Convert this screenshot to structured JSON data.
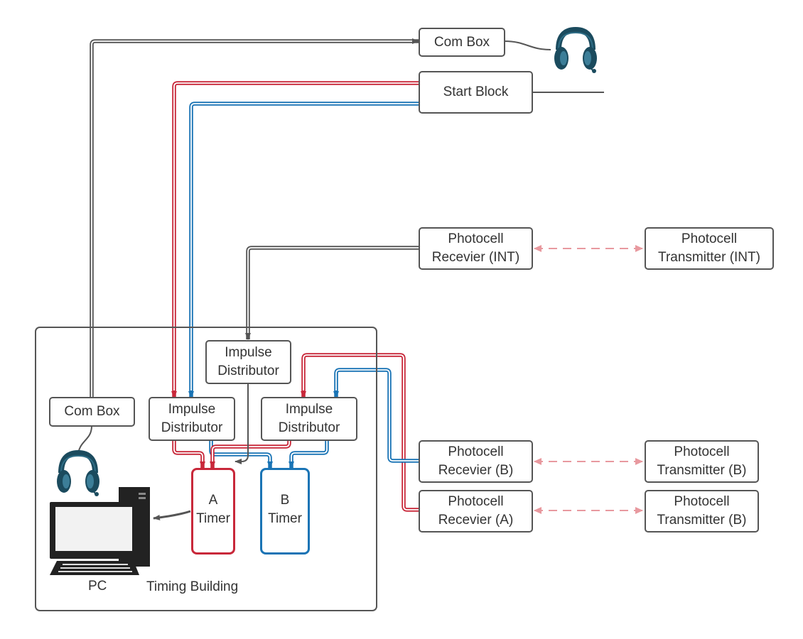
{
  "colors": {
    "gray": "#555555",
    "red": "#c8283a",
    "blue": "#1a74b5",
    "pink_dash": "#e8999f",
    "headset": "#1b4b5e",
    "pc": "#222222"
  },
  "icons": {
    "headset_top": "headset-icon",
    "headset_bottom": "headset-icon",
    "pc": "desktop-computer-icon"
  },
  "building_label": "Timing Building",
  "pc_label": "PC",
  "nodes": {
    "com_box_top": {
      "lines": [
        "Com Box"
      ]
    },
    "start_block": {
      "lines": [
        "Start Block"
      ]
    },
    "photocell_recv_int": {
      "lines": [
        "Photocell",
        "Recevier (INT)"
      ]
    },
    "photocell_trans_int": {
      "lines": [
        "Photocell",
        "Transmitter (INT)"
      ]
    },
    "com_box_inner": {
      "lines": [
        "Com Box"
      ]
    },
    "impulse_dist_top": {
      "lines": [
        "Impulse",
        "Distributor"
      ]
    },
    "impulse_dist_left": {
      "lines": [
        "Impulse",
        "Distributor"
      ]
    },
    "impulse_dist_right": {
      "lines": [
        "Impulse",
        "Distributor"
      ]
    },
    "timer_a": {
      "lines": [
        "A",
        "Timer"
      ]
    },
    "timer_b": {
      "lines": [
        "B",
        "Timer"
      ]
    },
    "photocell_recv_b": {
      "lines": [
        "Photocell",
        "Recevier (B)"
      ]
    },
    "photocell_trans_b": {
      "lines": [
        "Photocell",
        "Transmitter (B)"
      ]
    },
    "photocell_recv_a": {
      "lines": [
        "Photocell",
        "Recevier (A)"
      ]
    },
    "photocell_trans_b2": {
      "lines": [
        "Photocell",
        "Transmitter (B)"
      ]
    }
  }
}
